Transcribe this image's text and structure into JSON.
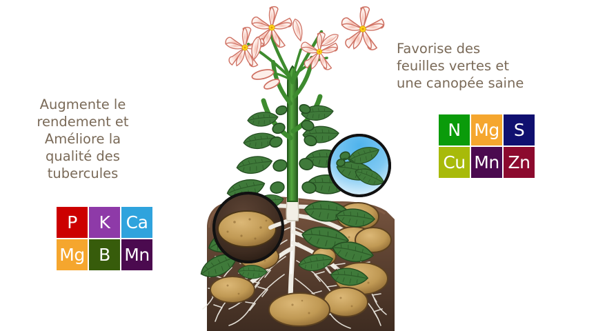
{
  "captions": {
    "left": "Augmente le\nrendement et\nAméliore la\nqualité des\ntubercules",
    "right": "Favorise des\nfeuilles vertes et\nune canopée saine"
  },
  "nutrients_left": {
    "title": "Augmente le rendement et Améliore la qualité des tubercules",
    "chips": [
      {
        "label": "P",
        "color": "#cc0000"
      },
      {
        "label": "K",
        "color": "#8e3aa8"
      },
      {
        "label": "Ca",
        "color": "#2fa3dd"
      },
      {
        "label": "Mg",
        "color": "#f5a62e"
      },
      {
        "label": "B",
        "color": "#375c0b"
      },
      {
        "label": "Mn",
        "color": "#4b0a4f"
      }
    ]
  },
  "nutrients_right": {
    "title": "Favorise des feuilles vertes et une canopée saine",
    "chips": [
      {
        "label": "N",
        "color": "#0a9b0a"
      },
      {
        "label": "Mg",
        "color": "#f5a62e"
      },
      {
        "label": "S",
        "color": "#101070"
      },
      {
        "label": "Cu",
        "color": "#a8ba0a"
      },
      {
        "label": "Mn",
        "color": "#4b0a4f"
      },
      {
        "label": "Zn",
        "color": "#8c0a2e"
      }
    ]
  },
  "illustration": {
    "subject": "potato-plant-cross-section",
    "colors": {
      "background": "#ffffff",
      "soil": "#6b4b38",
      "soil_dark": "#3b2a20",
      "tuber": "#c9a05e",
      "tuber_dark": "#8a6631",
      "root": "#f2f0ea",
      "stem": "#3d8b2e",
      "leaf": "#3f7a3a",
      "leaf_dark": "#2c5a28",
      "flower": "#fdf0ec",
      "flower_outline": "#d4776b",
      "flower_center": "#ffd21e",
      "magnifier_sky": "#3aa4e8"
    },
    "labels": {
      "leaf_magnifier": "leaf-close-up",
      "tuber_magnifier": "tuber-close-up"
    }
  }
}
